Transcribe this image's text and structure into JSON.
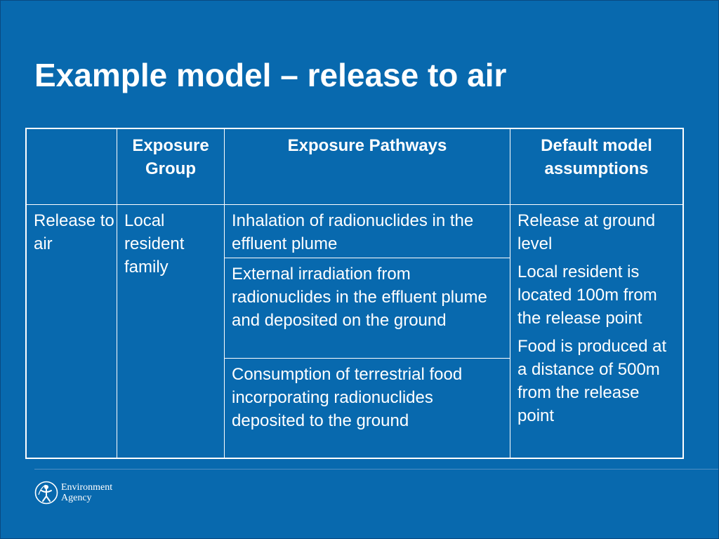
{
  "slide": {
    "title": "Example model – release to air"
  },
  "table": {
    "headers": [
      "",
      "Exposure Group",
      "Exposure Pathways",
      "Default model assumptions"
    ],
    "category": "Release to air",
    "exposure_group": "Local resident family",
    "pathways": [
      "Inhalation of radionuclides in the effluent plume",
      "External irradiation from radionuclides in the effluent plume and deposited on the ground",
      "Consumption of terrestrial food incorporating radionuclides deposited to the ground"
    ],
    "assumptions": [
      "Release at ground level",
      "Local resident is located 100m from the release point",
      "Food is produced at a distance of 500m from the release point"
    ]
  },
  "footer": {
    "logo_line1": "Environment",
    "logo_line2": "Agency"
  },
  "colors": {
    "background": "#0869ae",
    "text": "#ffffff"
  }
}
